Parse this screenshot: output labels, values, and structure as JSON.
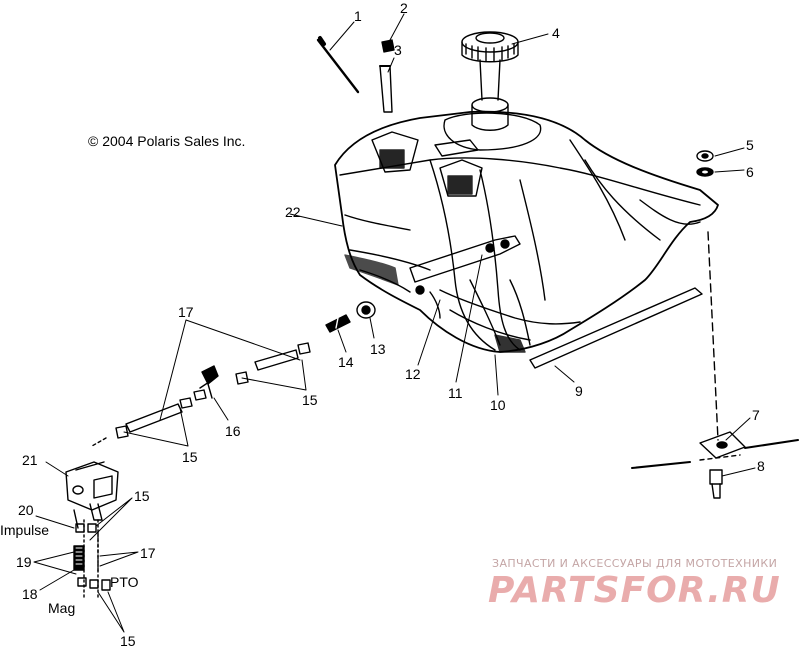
{
  "copyright": "© 2004 Polaris Sales Inc.",
  "callouts": [
    "1",
    "2",
    "3",
    "4",
    "5",
    "6",
    "7",
    "8",
    "9",
    "10",
    "11",
    "12",
    "13",
    "14",
    "15",
    "16",
    "17",
    "18",
    "19",
    "20",
    "21",
    "22"
  ],
  "side_labels": {
    "impulse": "Impulse",
    "mag": "Mag",
    "pto": "PTO"
  },
  "watermark": {
    "tagline": "ЗАПЧАСТИ И АКСЕССУАРЫ ДЛЯ МОТОТЕХНИКИ",
    "logo": "PARTSFOR.RU",
    "color": "#e08a8a"
  }
}
